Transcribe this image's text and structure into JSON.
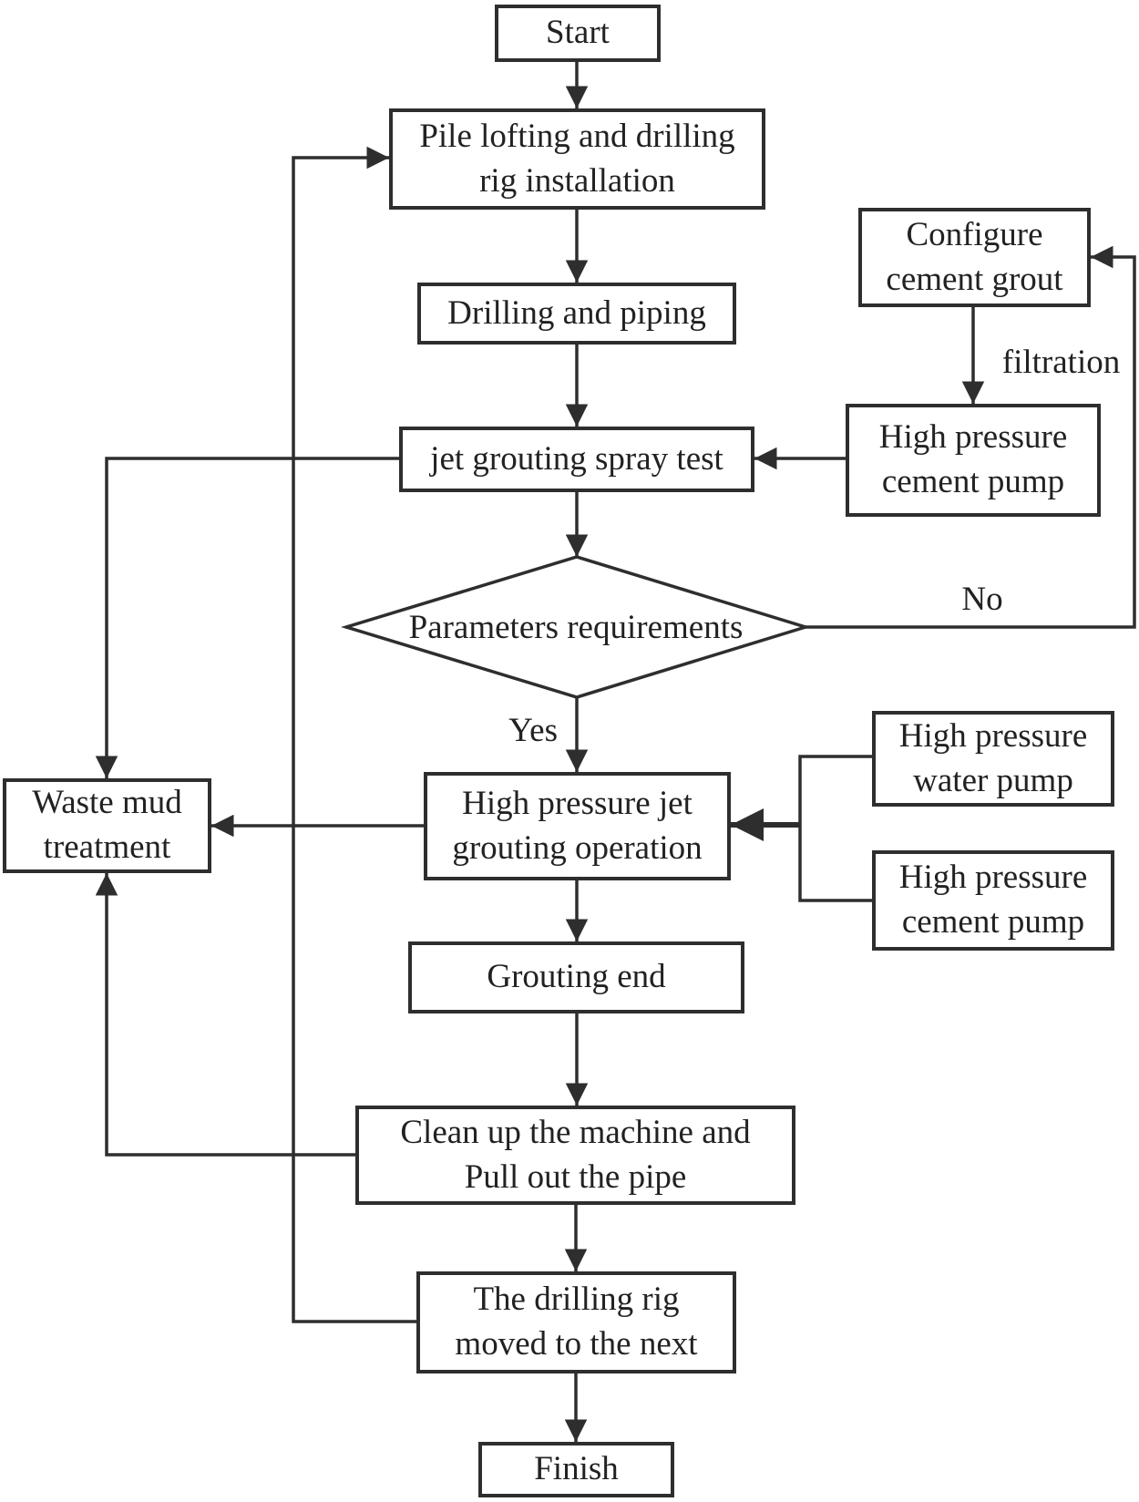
{
  "diagram": {
    "nodes": {
      "start": {
        "label": "Start"
      },
      "pile_lofting": {
        "label": "Pile lofting and drilling\nrig installation"
      },
      "drilling_piping": {
        "label": "Drilling and piping"
      },
      "jet_spray_test": {
        "label": "jet grouting spray test"
      },
      "configure_grout": {
        "label": "Configure\ncement grout"
      },
      "hp_cement_pump_upper": {
        "label": "High pressure\ncement pump"
      },
      "decision": {
        "label": "Parameters requirements"
      },
      "jet_operation": {
        "label": "High pressure jet\ngrouting operation"
      },
      "hp_water_pump": {
        "label": "High pressure\nwater pump"
      },
      "hp_cement_pump_lower": {
        "label": "High pressure\ncement pump"
      },
      "waste_mud": {
        "label": "Waste mud\ntreatment"
      },
      "grouting_end": {
        "label": "Grouting end"
      },
      "clean_up": {
        "label": "Clean up the machine and\nPull out the pipe"
      },
      "rig_moved": {
        "label": "The drilling rig\nmoved to the next"
      },
      "finish": {
        "label": "Finish"
      }
    },
    "edge_labels": {
      "yes": "Yes",
      "no": "No",
      "filtration": "filtration"
    },
    "colors": {
      "line": "#2e2e2e",
      "text": "#222222",
      "background": "#ffffff"
    }
  }
}
